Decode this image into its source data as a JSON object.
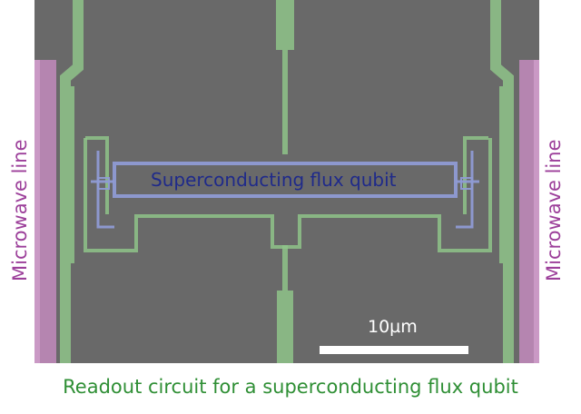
{
  "labels": {
    "microwave_left": "Microwave line",
    "microwave_right": "Microwave line",
    "qubit": "Superconducting flux qubit",
    "scale": "10µm",
    "caption": "Readout circuit for a superconducting flux qubit"
  },
  "colors": {
    "background_gray": "#6a6a6a",
    "green_trace": "#8fc48a",
    "purple_line": "#c38bbd",
    "blue_loop": "#8f9bd4",
    "caption_green": "#2f8f35",
    "microwave_purple": "#9c3f9a",
    "qubit_navy": "#1f2a8a"
  }
}
